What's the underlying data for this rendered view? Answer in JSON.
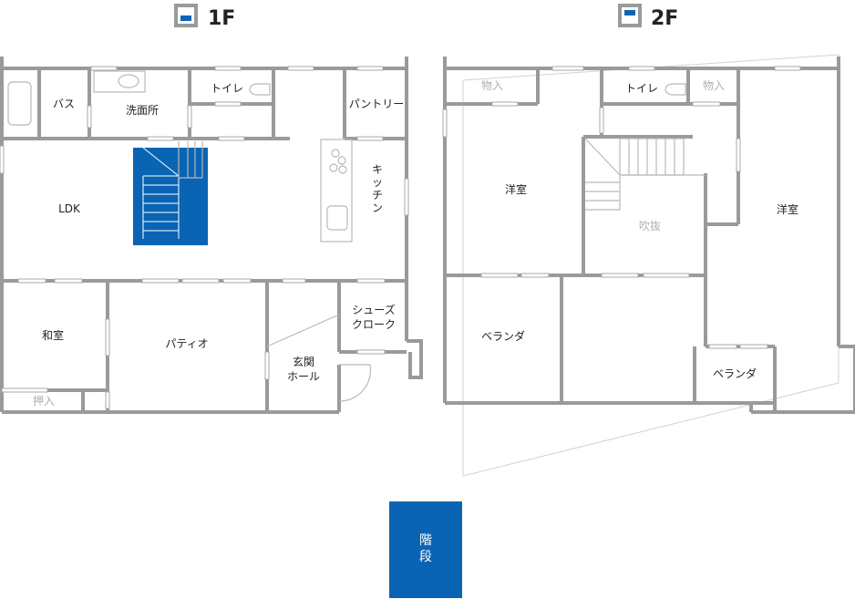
{
  "colors": {
    "stair": "#0a64b4",
    "wall": "#9a9a9a",
    "line": "#b9b9b9",
    "accent": "#1a6fbf"
  },
  "floors": [
    {
      "title": "1F",
      "icon": "floor-plan-icon"
    },
    {
      "title": "2F",
      "icon": "floor-plan-icon"
    }
  ],
  "floor1": {
    "rooms": {
      "bath": "バス",
      "washroom": "洗面所",
      "toilet": "トイレ",
      "pantry": "パントリー",
      "ldk": "LDK",
      "kitchen": "キッチン",
      "washitsu": "和室",
      "patio": "パティオ",
      "shoes1": "シューズ",
      "shoes2": "クローク",
      "entrance1": "玄関",
      "entrance2": "ホール",
      "closet": "押入"
    }
  },
  "floor2": {
    "rooms": {
      "storage_left": "物入",
      "toilet": "トイレ",
      "storage_right": "物入",
      "western_left": "洋室",
      "fukinuke": "吹抜",
      "western_right": "洋室",
      "veranda_left": "ベランダ",
      "veranda_right": "ベランダ"
    }
  },
  "legend": {
    "label": "階段"
  }
}
